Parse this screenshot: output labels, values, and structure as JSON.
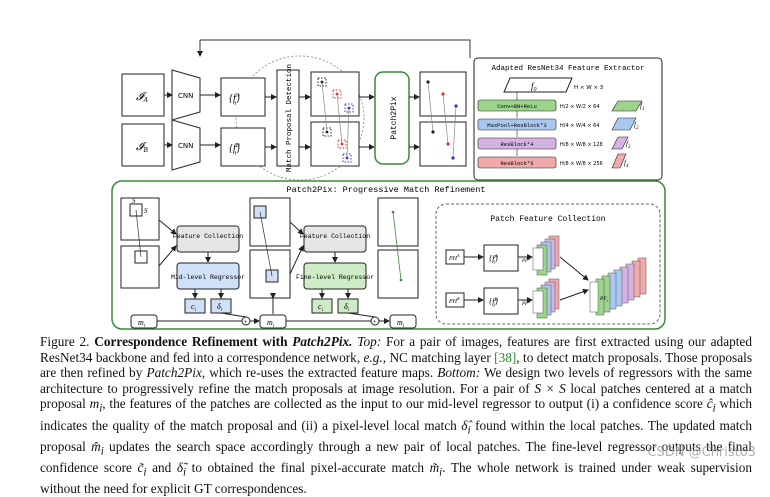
{
  "top": {
    "image_a": "𝓘",
    "image_a_sub": "A",
    "image_b": "𝓘",
    "image_b_sub": "B",
    "cnn_label": "CNN",
    "feat_a": "{f",
    "feat_a_sup": "A",
    "feat_b": "{f",
    "feat_b_sup": "B",
    "feat_sub": "i",
    "match_proposal_label": "Match Proposal Detection",
    "patch2pix_label": "Patch2Pix"
  },
  "extractor": {
    "title": "Adapted ResNet34 Feature Extractor",
    "input_label": "f",
    "input_sub": "0",
    "input_dims": "H × W × 3",
    "layers": [
      {
        "label": "Conv+BN+ReLu",
        "dims": "H/2 × W/2 × 64",
        "feat": "f",
        "feat_sub": "1",
        "color": "#9bd48a"
      },
      {
        "label": "MaxPool+ResBlock*3",
        "dims": "H/4 × W/4 × 64",
        "feat": "f",
        "feat_sub": "2",
        "color": "#a9c8f0"
      },
      {
        "label": "ResBlock*4",
        "dims": "H/8 × W/8 × 128",
        "feat": "f",
        "feat_sub": "3",
        "color": "#d4b3e3"
      },
      {
        "label": "ResBlock*6",
        "dims": "H/8 × W/8 × 256",
        "feat": "f",
        "feat_sub": "4",
        "color": "#f2a9a9"
      }
    ]
  },
  "refinement": {
    "title": "Patch2Pix: Progressive Match Refinement",
    "patch_label_s": "S",
    "feature_collection": "Feature Collection",
    "mid_regressor": "Mid-level Regressor",
    "fine_regressor": "Fine-level Regressor",
    "c_hat": "c",
    "delta_hat": "δ",
    "c_tilde": "c",
    "delta_tilde": "δ",
    "m_i": "m",
    "m_sub": "i",
    "m_hat": "m",
    "m_tilde": "m",
    "plus": "+"
  },
  "collection": {
    "title": "Patch Feature Collection",
    "ph_a": "PH",
    "ph_a_sup": "A",
    "ph_b": "PH",
    "ph_b_sup": "B",
    "pf_a": "PF",
    "pf_a_sup": "A",
    "pf_b": "PF",
    "pf_b_sup": "B",
    "pf": "PF",
    "pf_sub": "i"
  },
  "colors": {
    "green_frame": "#3a8a3a",
    "blue_box": "#cfe0f7",
    "green_box": "#cdebc4",
    "gray_box": "#e6e6e6",
    "proposal_frame": "#8aa0b8"
  },
  "caption": {
    "label": "Figure 2.",
    "heading": "Correspondence Refinement with",
    "heading_italic": "Patch2Pix.",
    "top_label": "Top:",
    "part1": "For a pair of images, features are first extracted using our adapted ResNet34 backbone and fed into a correspondence network,",
    "eg": "e.g.",
    "part2": ", NC matching layer",
    "ref": "[38]",
    "part3": ", to detect match proposals. Those proposals are then refined by",
    "patch2pix": "Patch2Pix",
    "part4": ", which re-uses the extracted feature maps.",
    "bottom_label": "Bottom:",
    "part5": "We design two levels of regressors with the same architecture to progressively refine the match proposals at image resolution. For a pair of",
    "s_x_s": "S × S",
    "part6": "local patches centered at a match proposal",
    "m_i": "m",
    "m_i_sub": "i",
    "part7": ", the features of the patches are collected as the input to our mid-level regressor to output (i) a confidence score",
    "c_hat": "ĉ",
    "c_hat_sub": "i",
    "part8": "which indicates the quality of the match proposal and (ii) a pixel-level local match",
    "d_hat": "δ̂",
    "d_hat_sub": "i",
    "part9": "found within the local patches. The updated match proposal",
    "m_hat": "m̂",
    "m_hat_sub": "i",
    "part10": "updates the search space accordingly through a new pair of local patches. The fine-level regressor outputs the final confidence score",
    "c_tilde": "c̃",
    "c_tilde_sub": "i",
    "and": "and",
    "d_tilde": "δ̃",
    "d_tilde_sub": "i",
    "part11": "to obtained the final pixel-accurate match",
    "m_tilde": "m̃",
    "m_tilde_sub": "i",
    "part12": ". The whole network is trained under weak supervision without the need for explicit GT correspondences."
  },
  "watermark": "CSDN @Christo3"
}
